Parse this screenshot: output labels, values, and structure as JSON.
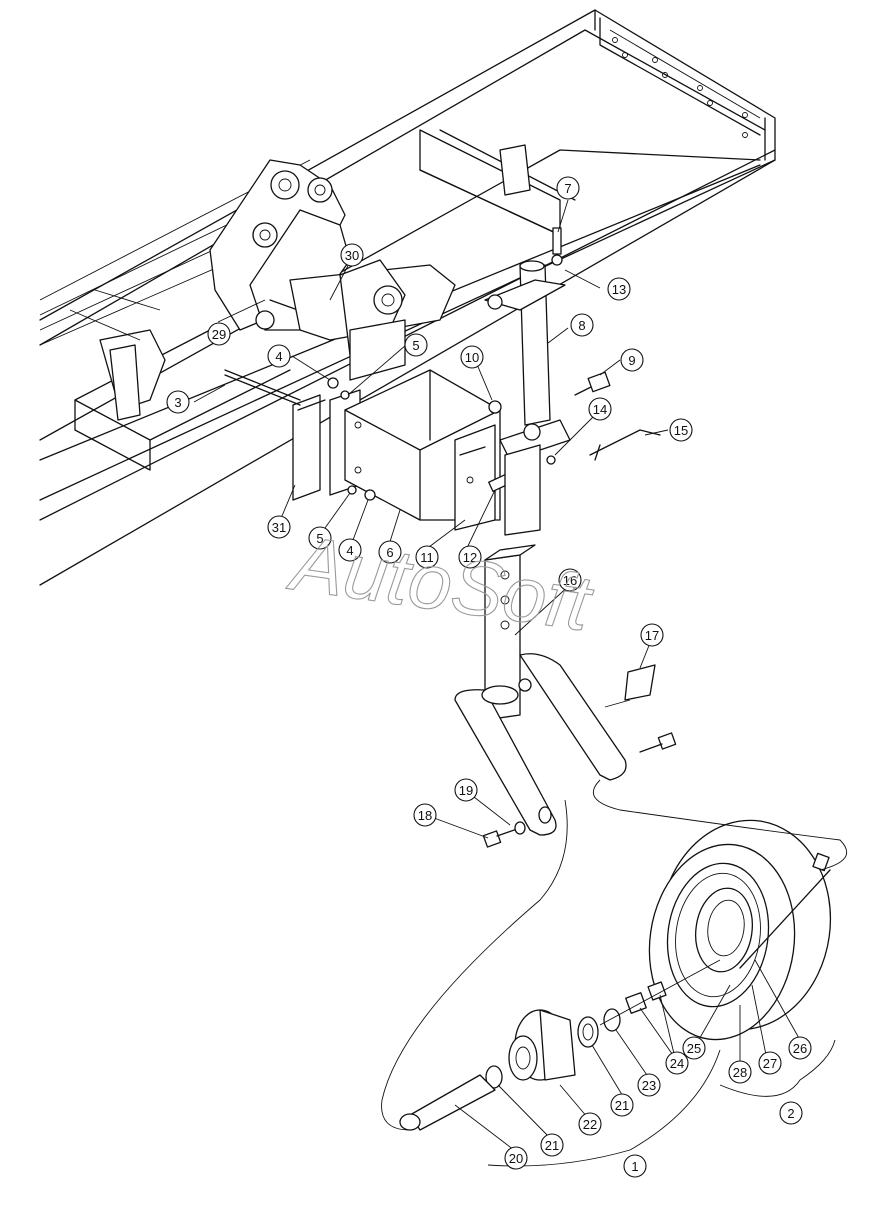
{
  "watermark": "AutoSoft",
  "callouts": [
    "1",
    "2",
    "3",
    "4",
    "4",
    "5",
    "5",
    "6",
    "7",
    "8",
    "9",
    "10",
    "11",
    "12",
    "13",
    "14",
    "15",
    "16",
    "17",
    "18",
    "19",
    "20",
    "21",
    "21",
    "22",
    "23",
    "24",
    "25",
    "26",
    "27",
    "28",
    "29",
    "30",
    "31"
  ]
}
